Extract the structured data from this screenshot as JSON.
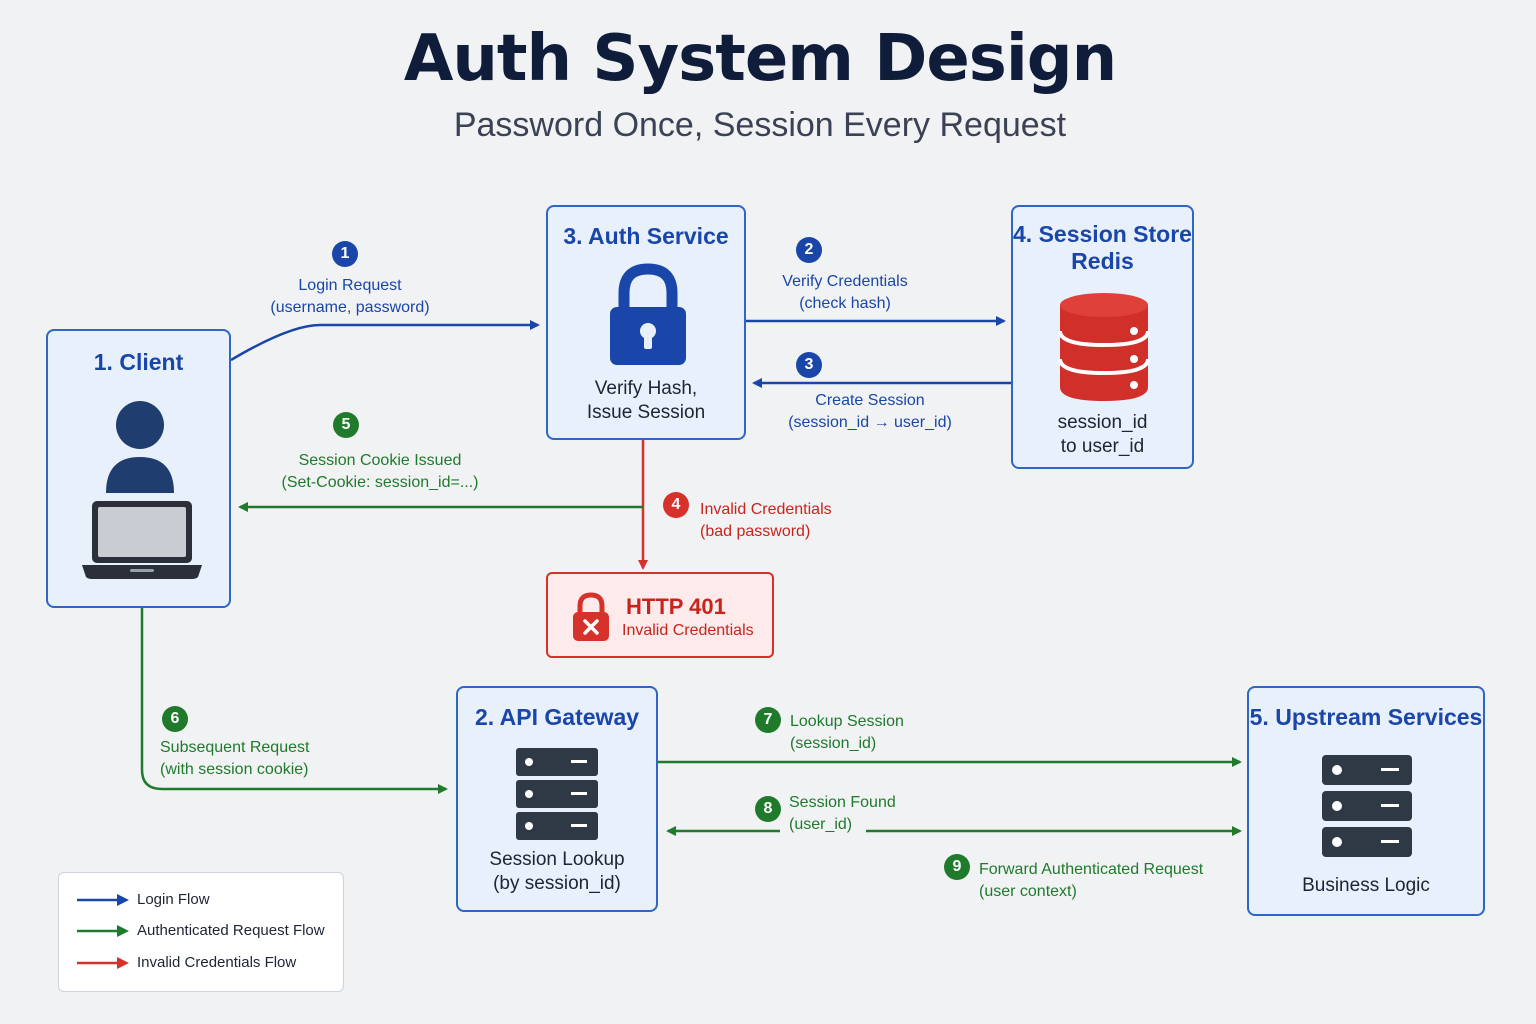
{
  "header": {
    "title": "Auth System Design",
    "subtitle": "Password Once, Session Every Request"
  },
  "nodes": {
    "client": {
      "title": "1. Client"
    },
    "auth_service": {
      "title": "3. Auth Service",
      "desc": [
        "Verify Hash,",
        "Issue Session"
      ]
    },
    "session_store": {
      "title": [
        "4. Session Store",
        "Redis"
      ],
      "desc": [
        "session_id",
        "to user_id"
      ]
    },
    "api_gateway": {
      "title": "2. API Gateway",
      "desc": [
        "Session Lookup",
        "(by session_id)"
      ]
    },
    "upstream": {
      "title": "5. Upstream Services",
      "desc": "Business Logic"
    },
    "error": {
      "title": "HTTP 401",
      "subtitle": "Invalid Credentials"
    }
  },
  "steps": [
    {
      "num": "1",
      "line1": "Login Request",
      "line2": "(username, password)",
      "flow": "login"
    },
    {
      "num": "2",
      "line1": "Verify Credentials",
      "line2": "(check hash)",
      "flow": "login"
    },
    {
      "num": "3",
      "line1": "Create Session",
      "line2": "(session_id → user_id)",
      "flow": "login"
    },
    {
      "num": "4",
      "line1": "Invalid Credentials",
      "line2": "(bad password)",
      "flow": "invalid"
    },
    {
      "num": "5",
      "line1": "Session Cookie Issued",
      "line2": "(Set-Cookie: session_id=...)",
      "flow": "authenticated"
    },
    {
      "num": "6",
      "line1": "Subsequent Request",
      "line2": "(with session cookie)",
      "flow": "authenticated"
    },
    {
      "num": "7",
      "line1": "Lookup Session",
      "line2": "(session_id)",
      "flow": "authenticated"
    },
    {
      "num": "8",
      "line1": "Session Found",
      "line2": "(user_id)",
      "flow": "authenticated"
    },
    {
      "num": "9",
      "line1": "Forward Authenticated Request",
      "line2": "(user context)",
      "flow": "authenticated"
    }
  ],
  "legend": [
    {
      "label": "Login Flow",
      "color": "#1946a8"
    },
    {
      "label": "Authenticated Request Flow",
      "color": "#1f7a2c"
    },
    {
      "label": "Invalid Credentials Flow",
      "color": "#d6312b"
    }
  ],
  "colors": {
    "login": "#1946a8",
    "authenticated": "#1f7a2c",
    "invalid": "#d6312b",
    "node_border": "#2d66c4",
    "node_fill": "#e8f0fb"
  },
  "icons": {
    "client": [
      "user-icon",
      "laptop-icon"
    ],
    "auth_service": "lock-icon",
    "session_store": "database-icon",
    "api_gateway": "server-icon",
    "upstream": "server-icon",
    "error": "lock-error-icon"
  }
}
